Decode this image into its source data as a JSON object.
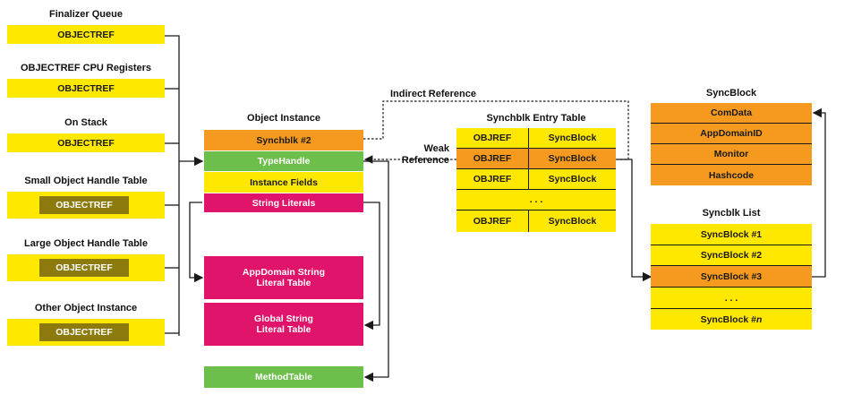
{
  "left_sources": [
    {
      "title": "Finalizer Queue",
      "ref": "OBJECTREF",
      "style": "plain"
    },
    {
      "title": "OBJECTREF CPU Registers",
      "ref": "OBJECTREF",
      "style": "plain"
    },
    {
      "title": "On Stack",
      "ref": "OBJECTREF",
      "style": "plain"
    },
    {
      "title": "Small Object Handle Table",
      "ref": "OBJECTREF",
      "style": "handle"
    },
    {
      "title": "Large Object Handle Table",
      "ref": "OBJECTREF",
      "style": "handle"
    },
    {
      "title": "Other Object Instance",
      "ref": "OBJECTREF",
      "style": "handle"
    }
  ],
  "object_instance": {
    "title": "Object Instance",
    "rows": [
      "Synchblk #2",
      "TypeHandle",
      "Instance Fields",
      "String Literals"
    ]
  },
  "string_tables": {
    "appdomain": "AppDomain String Literal Table",
    "global": "Global String Literal Table",
    "method_table": "MethodTable"
  },
  "annotations": {
    "indirect": "Indirect Reference",
    "weak": "Weak Reference"
  },
  "entry_table": {
    "title": "Synchblk Entry Table",
    "rows": [
      {
        "ref": "OBJREF",
        "block": "SyncBlock"
      },
      {
        "ref": "OBJREF",
        "block": "SyncBlock"
      },
      {
        "ref": "OBJREF",
        "block": "SyncBlock"
      },
      {
        "ref": ". . .",
        "block": ""
      },
      {
        "ref": "OBJREF",
        "block": "SyncBlock"
      }
    ]
  },
  "syncblock": {
    "title": "SyncBlock",
    "rows": [
      "ComData",
      "AppDomainID",
      "Monitor",
      "Hashcode"
    ]
  },
  "synclist": {
    "title": "Syncblk List",
    "rows": [
      "SyncBlock #1",
      "SyncBlock #2",
      "SyncBlock #3",
      ". . .",
      "SyncBlock #n"
    ]
  },
  "colors": {
    "yellow": "#ffe800",
    "orange": "#f59a1e",
    "green": "#6cbf4b",
    "pink": "#e0146a",
    "olive": "#8c7a0c"
  }
}
